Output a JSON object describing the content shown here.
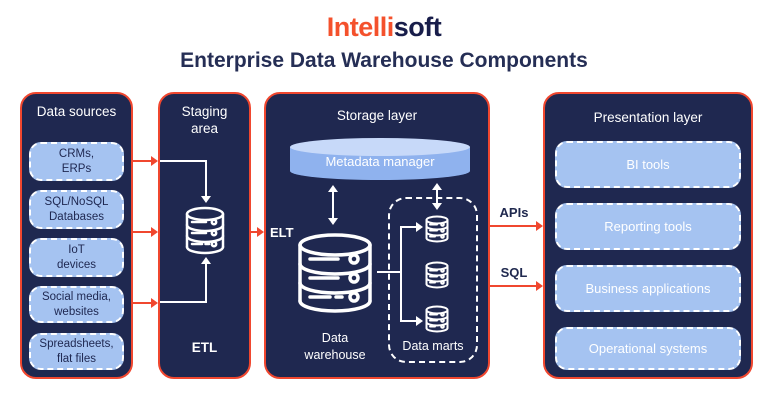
{
  "header": {
    "logo": {
      "part1": "Intelli",
      "part2": "soft"
    },
    "title": "Enterprise Data Warehouse Components"
  },
  "panels": {
    "data_sources": {
      "title": "Data sources",
      "items": [
        {
          "line1": "CRMs,",
          "line2": "ERPs"
        },
        {
          "line1": "SQL/NoSQL",
          "line2": "Databases"
        },
        {
          "line1": "IoT",
          "line2": "devices"
        },
        {
          "line1": "Social media,",
          "line2": "websites"
        },
        {
          "line1": "Spreadsheets,",
          "line2": "flat files"
        }
      ]
    },
    "staging": {
      "title": "Staging area",
      "etl_label": "ETL"
    },
    "storage": {
      "title": "Storage layer",
      "metadata_label": "Metadata manager",
      "elt_label": "ELT",
      "warehouse_label": "Data warehouse",
      "data_marts_label": "Data marts"
    },
    "presentation": {
      "title": "Presentation layer",
      "items": [
        "BI tools",
        "Reporting tools",
        "Business applications",
        "Operational systems"
      ]
    }
  },
  "connections": {
    "apis_label": "APIs",
    "sql_label": "SQL"
  },
  "colors": {
    "accent_red": "#f0472f",
    "panel_navy": "#1f2850",
    "box_blue": "#a5c3f1",
    "cylinder_body": "#8fb2ee",
    "cylinder_top": "#c7d9f9",
    "logo_orange": "#f4512c",
    "logo_navy": "#181d4a",
    "title_navy": "#252e55"
  },
  "icons": {
    "staging_db": "database-icon",
    "warehouse": "database-icon",
    "data_mart": "database-icon",
    "metadata": "cylinder-icon"
  }
}
